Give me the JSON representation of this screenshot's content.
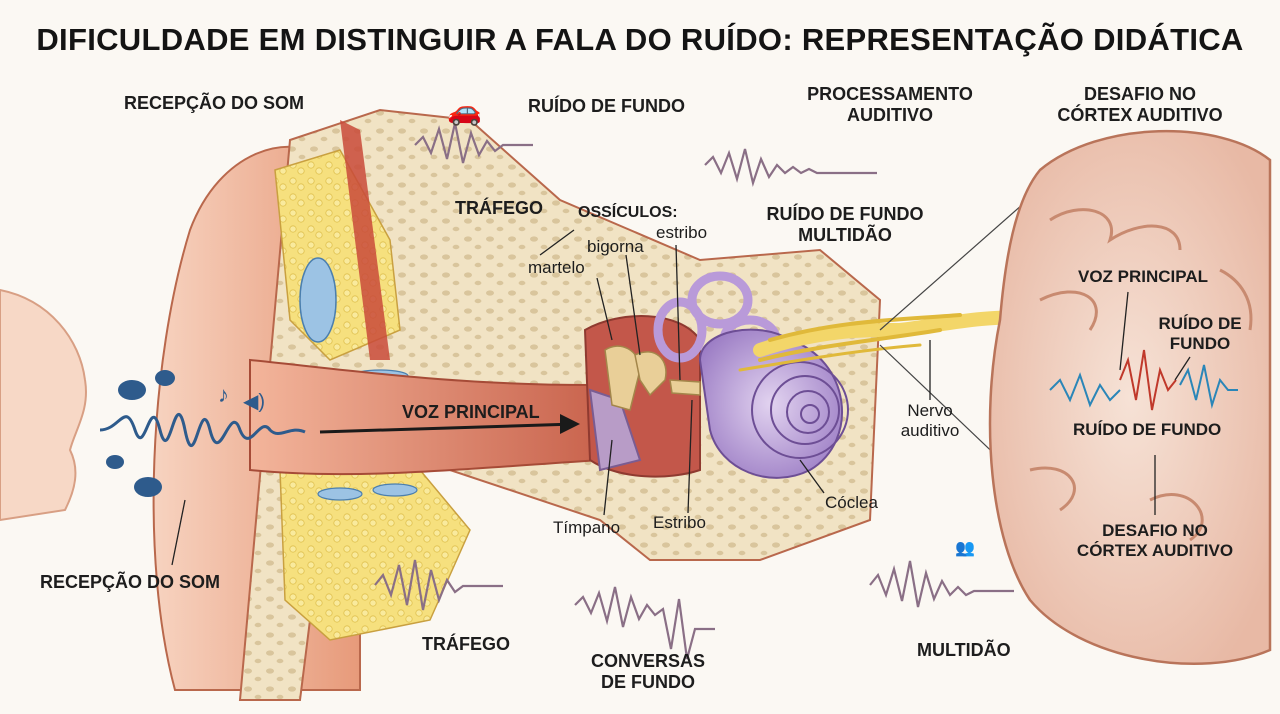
{
  "title": "DIFICULDADE EM DISTINGUIR A FALA DO RUÍDO: REPRESENTAÇÃO DIDÁTICA",
  "labels": {
    "recepcao_top": "RECEPÇÃO DO SOM",
    "recepcao_bottom": "RECEPÇÃO DO SOM",
    "ruido_fundo_top": "RUÍDO DE FUNDO",
    "trafego_top": "TRÁFEGO",
    "processamento_l1": "PROCESSAMENTO",
    "processamento_l2": "AUDITIVO",
    "ruido_multidao_l1": "RUÍDO DE FUNDO",
    "ruido_multidao_l2": "MULTIDÃO",
    "desafio_top_l1": "DESAFIO NO",
    "desafio_top_l2": "CÓRTEX AUDITIVO",
    "ossiculos": "OSSÍCULOS:",
    "martelo": "martelo",
    "bigorna": "bigorna",
    "estribo_top": "estribo",
    "voz_principal": "VOZ PRINCIPAL",
    "timpano": "Tímpano",
    "estribo_bottom": "Estribo",
    "coclea": "Cóclea",
    "nervo_l1": "Nervo",
    "nervo_l2": "auditivo",
    "voz_principal_brain": "VOZ PRINCIPAL",
    "ruido_brain_l1": "RUÍDO DE",
    "ruido_brain_l2": "FUNDO",
    "ruido_brain_bottom": "RUÍDO DE FUNDO",
    "desafio_bottom_l1": "DESAFIO NO",
    "desafio_bottom_l2": "CÓRTEX AUDITIVO",
    "trafego_bottom": "TRÁFEGO",
    "conversas_l1": "CONVERSAS",
    "conversas_l2": "DE FUNDO",
    "multidao_bottom": "MULTIDÃO"
  },
  "icons": [
    "speech-bubble-icon",
    "music-note-icon",
    "speaker-icon",
    "car-icon",
    "people-icon"
  ],
  "colors": {
    "ear_skin": "#e9a07f",
    "canal": "#c9634a",
    "bone": "#efe1c2",
    "cochlea": "#b79bd3",
    "nerve": "#f1d35a",
    "voice_wave": "#2e5b8c",
    "noise_wave": "#8a6f86",
    "brain_red": "#c0392b",
    "brain_blue": "#2a86b8"
  }
}
